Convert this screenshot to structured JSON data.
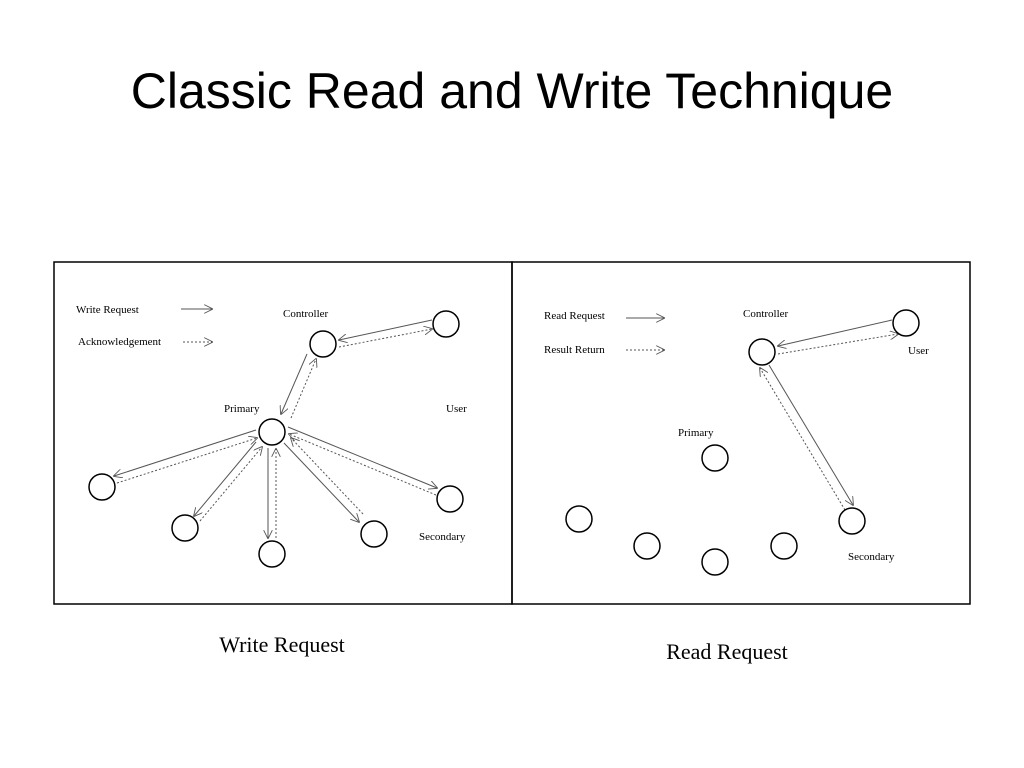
{
  "slide": {
    "title": "Classic Read and Write Technique"
  },
  "write_panel": {
    "legend": {
      "request": "Write Request",
      "ack": "Acknowledgement"
    },
    "labels": {
      "controller": "Controller",
      "primary": "Primary",
      "user": "User",
      "secondary": "Secondary"
    },
    "caption": "Write Request"
  },
  "read_panel": {
    "legend": {
      "request": "Read Request",
      "result": "Result Return"
    },
    "labels": {
      "controller": "Controller",
      "primary": "Primary",
      "user": "User",
      "secondary": "Secondary"
    },
    "caption": "Read Request"
  }
}
